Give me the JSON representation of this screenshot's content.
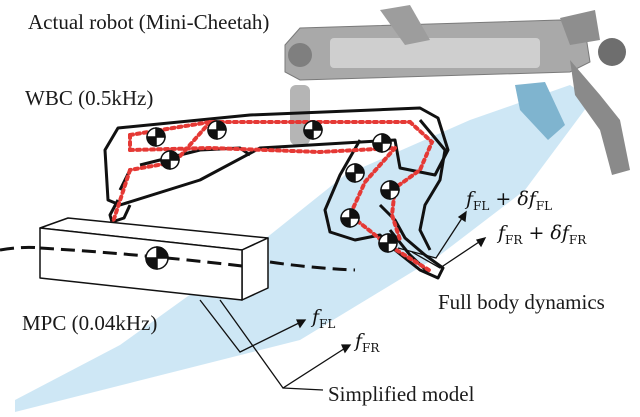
{
  "labels": {
    "actual_robot": "Actual robot (Mini-Cheetah)",
    "wbc": "WBC (0.5kHz)",
    "mpc": "MPC (0.04kHz)",
    "full_body": "Full body dynamics",
    "simplified": "Simplified model"
  },
  "forces": {
    "f_fl_wbc": {
      "f": "f",
      "sub": "FL",
      "plus": " + δ",
      "f2": "f",
      "sub2": "FL"
    },
    "f_fr_wbc": {
      "f": "f",
      "sub": "FR",
      "plus": " + δ",
      "f2": "f",
      "sub2": "FR"
    },
    "f_fl_mpc": {
      "f": "f",
      "sub": "FL"
    },
    "f_fr_mpc": {
      "f": "f",
      "sub": "FR"
    }
  },
  "colors": {
    "frame_red": "#e53935",
    "cone_blue": "#c5e3f3",
    "robot_gray": "#9a9a9a",
    "outline": "#111111"
  }
}
